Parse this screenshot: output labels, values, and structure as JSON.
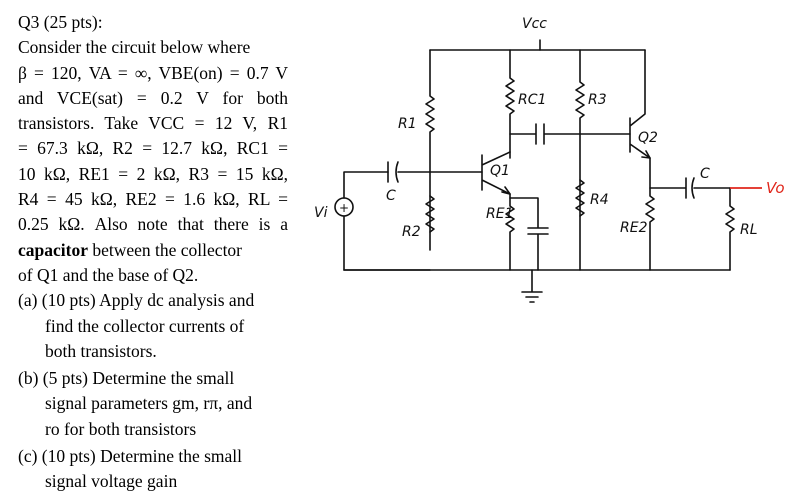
{
  "question": {
    "lines": [
      "Q3 (25 pts):",
      "Consider the circuit below where",
      "β = 120, VA = ∞, VBE(on) = 0.7 V",
      "and VCE(sat) = 0.2 V for both",
      "transistors. Take VCC = 12 V, R1",
      "= 67.3 kΩ, R2 = 12.7 kΩ, RC1 =",
      "10 kΩ, RE1 = 2 kΩ, R3 = 15 kΩ,",
      "R4 = 45 kΩ, RE2 = 1.6 kΩ, RL =",
      "0.25 kΩ. Also note that there is a"
    ],
    "bold_word": "capacitor",
    "line_after_bold": " between the collector",
    "line_last": "of Q1 and the base of Q2.",
    "parts": [
      {
        "label": "(a) (10 pts) Apply dc analysis and",
        "cont": [
          "find the collector currents of",
          "both transistors."
        ]
      },
      {
        "label": "(b) (5 pts) Determine the small",
        "cont": [
          "signal parameters gm, rπ, and",
          "ro for both transistors"
        ]
      },
      {
        "label": "(c) (10 pts) Determine the small",
        "cont": [
          "signal voltage gain"
        ]
      }
    ]
  },
  "circuit": {
    "labels": {
      "vcc": "Vcc",
      "r1": "R1",
      "r2": "R2",
      "rc1": "RC1",
      "r3": "R3",
      "q1": "Q1",
      "q2": "Q2",
      "re1": "RE1",
      "r4": "R4",
      "re2": "RE2",
      "rl": "RL",
      "c_in": "C",
      "c_out": "C",
      "vi": "Vi",
      "vo": "Vo",
      "plus": "+"
    },
    "colors": {
      "ink": "#111111",
      "output_wire": "#e0261b"
    }
  }
}
